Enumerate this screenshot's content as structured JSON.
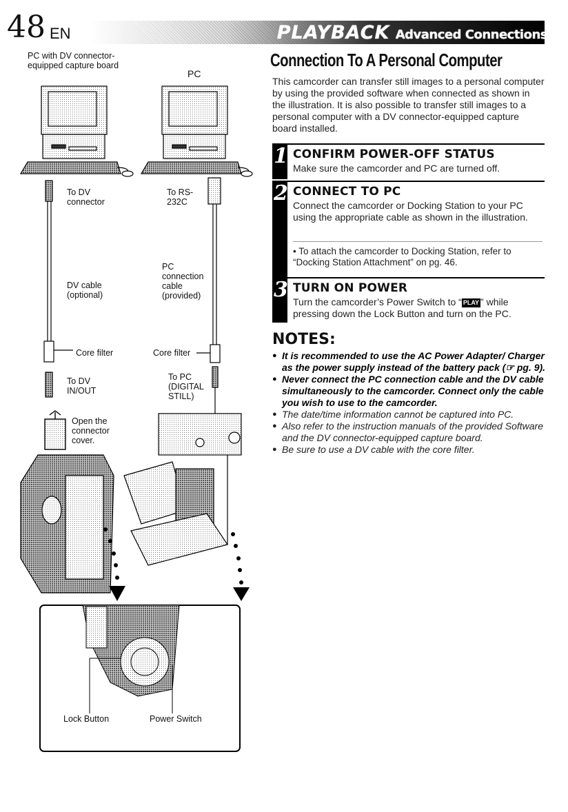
{
  "header": {
    "page_number": "48",
    "lang": "EN",
    "section": "PLAYBACK",
    "subsection": "Advanced Connections"
  },
  "illustration": {
    "pc_capture_label": "PC with DV connector-equipped capture board",
    "pc_label": "PC",
    "to_dv_connector": "To DV connector",
    "to_rs232c": "To RS-232C",
    "dv_cable": "DV cable (optional)",
    "pc_connection_cable": "PC connection cable (provided)",
    "core_filter_left": "Core filter",
    "core_filter_right": "Core filter",
    "to_dv_inout": "To DV IN/OUT",
    "to_pc_digital": "To PC (DIGITAL STILL)",
    "open_cover": "Open the connector cover.",
    "lock_button": "Lock Button",
    "power_switch": "Power Switch"
  },
  "article": {
    "title": "Connection To A Personal Computer",
    "intro": "This camcorder can transfer still images to a personal computer by using the provided software when connected as shown in the illustration. It is also possible to transfer still images to a personal computer with a DV connector-equipped capture board installed.",
    "steps": [
      {
        "num": "1",
        "heading": "CONFIRM POWER-OFF STATUS",
        "body": "Make sure the camcorder and PC are turned off."
      },
      {
        "num": "2",
        "heading": "CONNECT TO PC",
        "body": "Connect the camcorder or Docking Station to your PC using the appropriate cable as shown in the illustration.",
        "note": "• To attach the camcorder to Docking Station, refer to “Docking Station Attachment” on pg. 46."
      },
      {
        "num": "3",
        "heading": "TURN ON POWER",
        "body_before": "Turn the camcorder’s Power Switch to “",
        "badge": "PLAY",
        "body_after": "” while pressing down the Lock Button and turn on the PC."
      }
    ],
    "notes_title": "NOTES:",
    "notes": [
      "It is recommended to use the AC Power Adapter/ Charger as the power supply instead of the battery pack (☞ pg. 9).",
      "Never connect the PC connection cable and the DV cable simultaneously to the camcorder. Connect only the cable you wish to use to the camcorder.",
      "The date/time information cannot be captured into PC.",
      "Also refer to the instruction manuals of the provided Software and the DV connector-equipped capture board.",
      "Be sure to use a DV cable with the core filter."
    ]
  }
}
